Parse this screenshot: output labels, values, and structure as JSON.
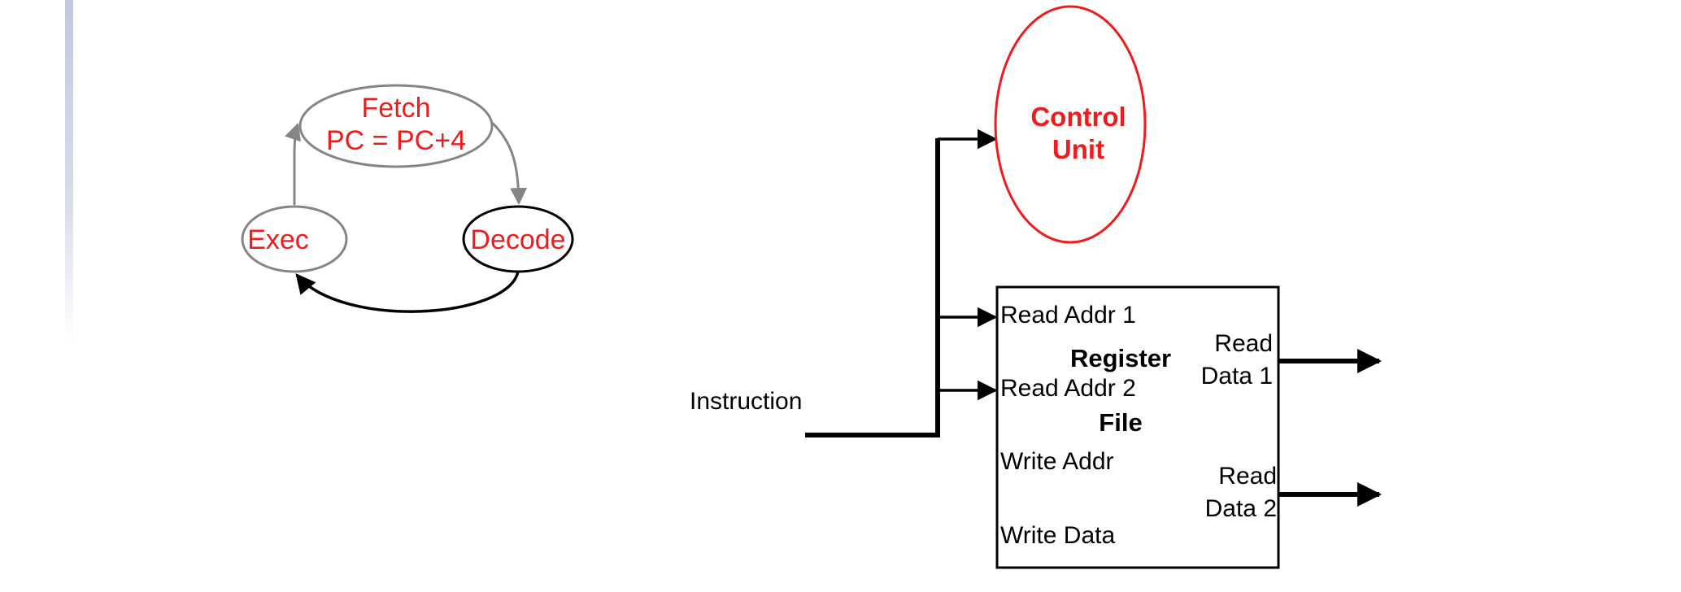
{
  "colors": {
    "label_red": "#ee1c1c",
    "state_gray": "#858585",
    "control_red": "#ee1c1c",
    "line_black": "#000000"
  },
  "state_machine": {
    "fetch": {
      "line1": "Fetch",
      "line2": "PC = PC+4"
    },
    "exec": "Exec",
    "decode": "Decode"
  },
  "datapath": {
    "instruction_label": "Instruction",
    "control_unit": {
      "line1": "Control",
      "line2": "Unit"
    },
    "register_file": {
      "title_line1": "Register",
      "title_line2": "File",
      "read_addr_1": "Read Addr 1",
      "read_addr_2": "Read Addr 2",
      "write_addr": "Write Addr",
      "write_data": "Write Data",
      "read_data_1": {
        "line1": "Read",
        "line2": "Data 1"
      },
      "read_data_2": {
        "line1": "Read",
        "line2": "Data 2"
      }
    }
  }
}
